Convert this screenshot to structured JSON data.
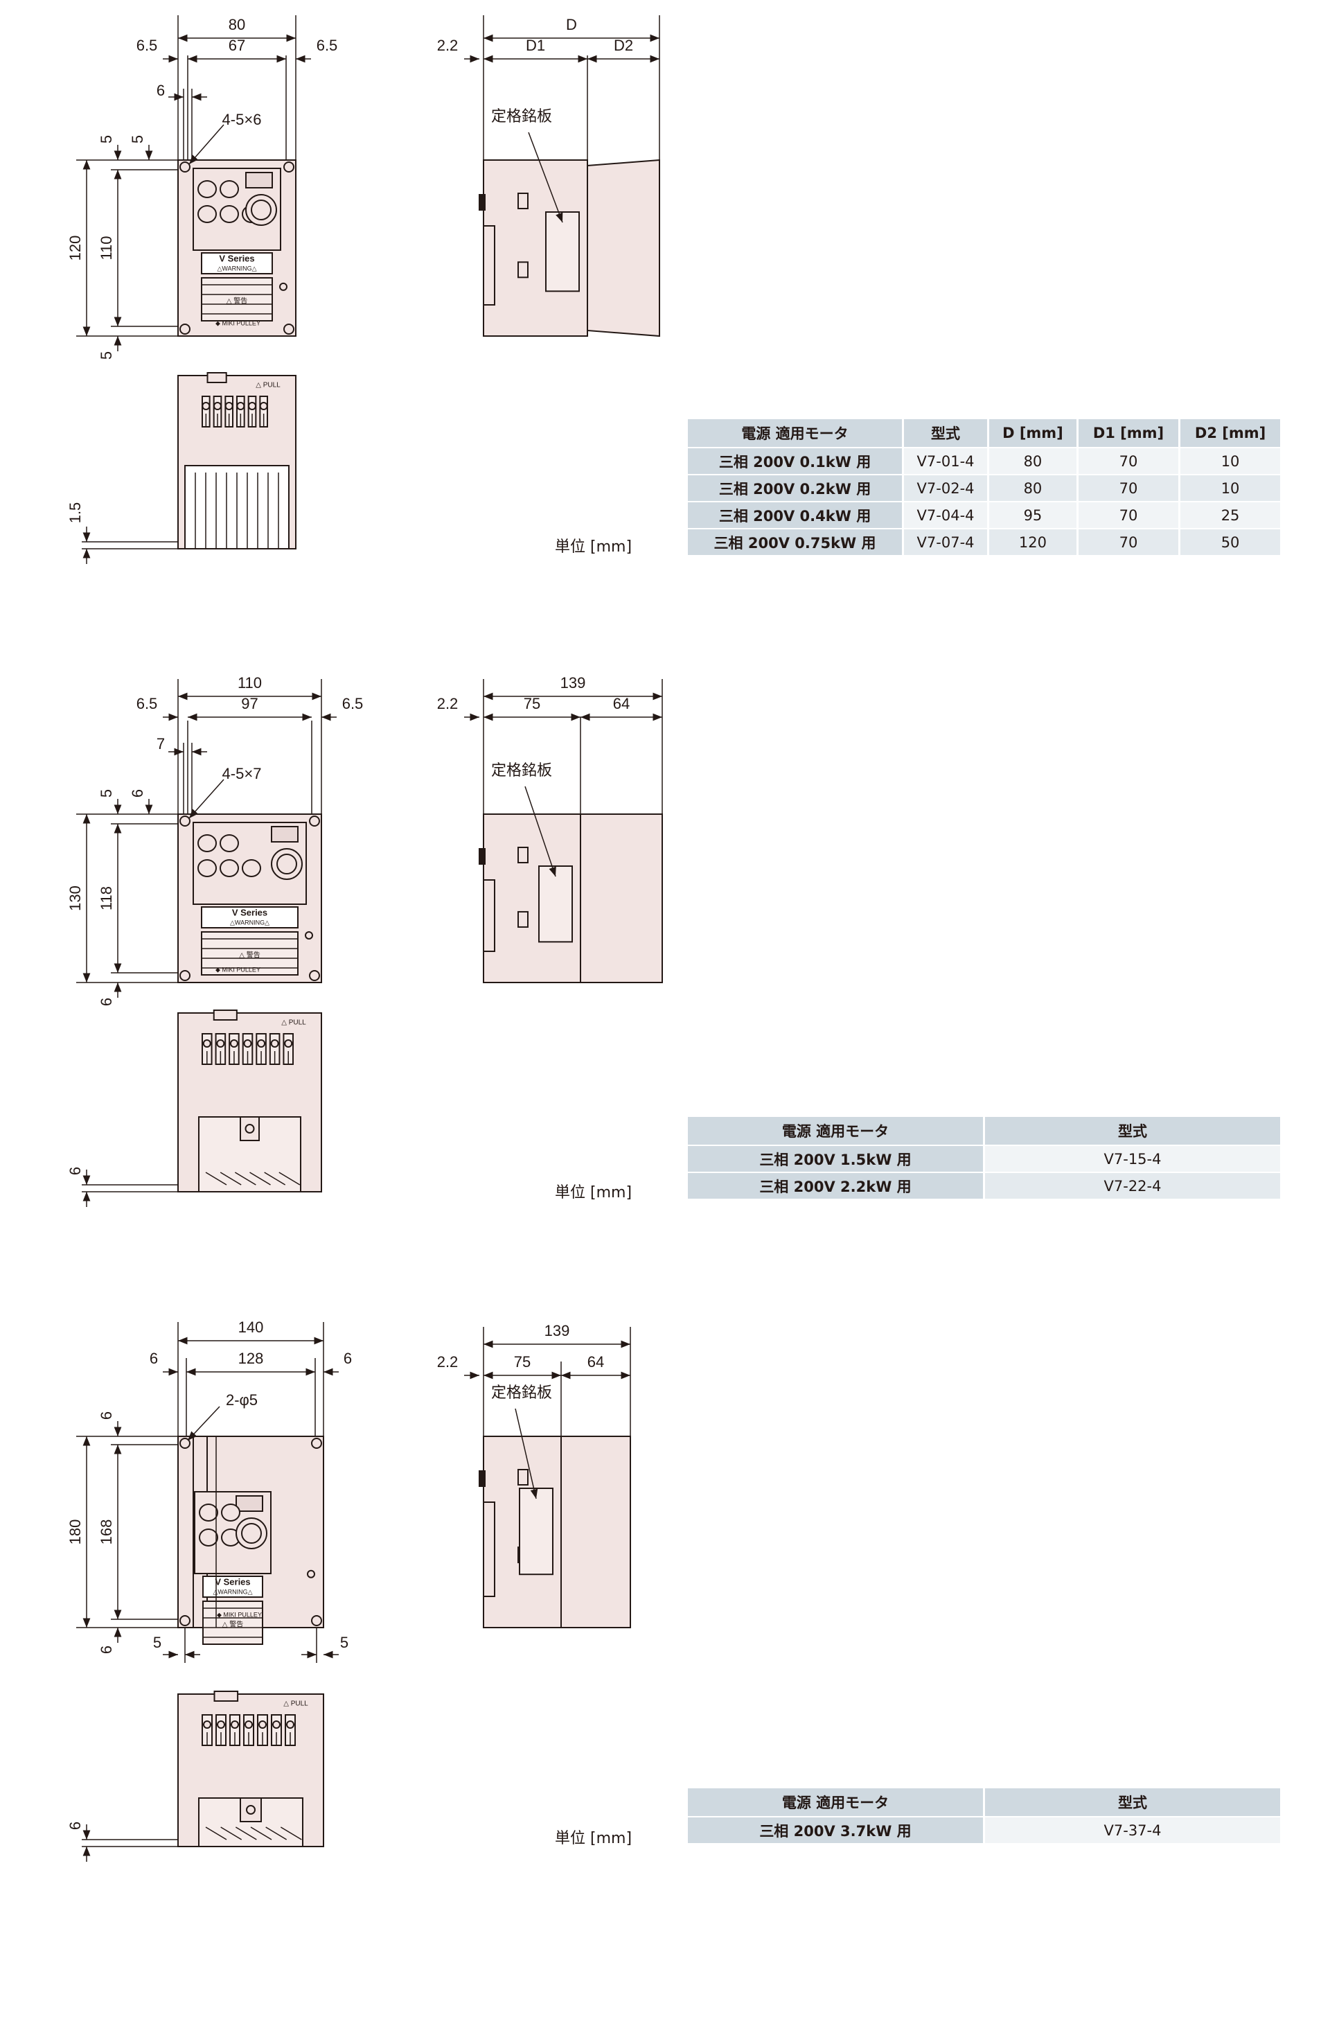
{
  "unit_label": "単位 [mm]",
  "nameplate_label": "定格銘板",
  "front_labels": {
    "series": "V Series",
    "warning": "△WARNING△",
    "caution": "△ 警告",
    "brand": "◆ MIKI PULLEY",
    "pull": "△ PULL"
  },
  "views": [
    {
      "width": "80",
      "left_margin": "6.5",
      "pitch_w": "67",
      "right_margin": "6.5",
      "hole_offset": "6",
      "hole_spec": "4-5×6",
      "top_margin": "5",
      "top_margin2": "5",
      "height": "120",
      "pitch_h": "110",
      "bottom_margin": "5",
      "bottom_view_dim": "1.5",
      "side": {
        "offset": "2.2",
        "depth": "D",
        "d1": "D1",
        "d2": "D2"
      }
    },
    {
      "width": "110",
      "left_margin": "6.5",
      "pitch_w": "97",
      "right_margin": "6.5",
      "hole_offset": "7",
      "hole_spec": "4-5×7",
      "top_margin": "6",
      "top_margin2": "5",
      "height": "130",
      "pitch_h": "118",
      "bottom_margin": "6",
      "bottom_view_dim": "6",
      "side": {
        "offset": "2.2",
        "depth": "139",
        "d1": "75",
        "d2": "64"
      }
    },
    {
      "width": "140",
      "left_margin": "6",
      "pitch_w": "128",
      "right_margin": "6",
      "hole_spec": "2-φ5",
      "top_margin": "6",
      "height": "180",
      "pitch_h": "168",
      "bottom_margin": "6",
      "bottom_left": "5",
      "bottom_right": "5",
      "bottom_view_dim": "6",
      "side": {
        "offset": "2.2",
        "depth": "139",
        "d1": "75",
        "d2": "64"
      }
    }
  ],
  "tables": [
    {
      "headers": [
        "電源 適用モータ",
        "型式",
        "D [mm]",
        "D1 [mm]",
        "D2 [mm]"
      ],
      "rows": [
        [
          "三相 200V 0.1kW 用",
          "V7-01-4",
          "80",
          "70",
          "10"
        ],
        [
          "三相 200V 0.2kW 用",
          "V7-02-4",
          "80",
          "70",
          "10"
        ],
        [
          "三相 200V 0.4kW 用",
          "V7-04-4",
          "95",
          "70",
          "25"
        ],
        [
          "三相 200V 0.75kW 用",
          "V7-07-4",
          "120",
          "70",
          "50"
        ]
      ]
    },
    {
      "headers": [
        "電源 適用モータ",
        "型式"
      ],
      "rows": [
        [
          "三相 200V 1.5kW 用",
          "V7-15-4"
        ],
        [
          "三相 200V 2.2kW 用",
          "V7-22-4"
        ]
      ]
    },
    {
      "headers": [
        "電源 適用モータ",
        "型式"
      ],
      "rows": [
        [
          "三相 200V 3.7kW 用",
          "V7-37-4"
        ]
      ]
    }
  ],
  "colors": {
    "body": "#f2e4e2",
    "line": "#231815",
    "header": "#cfd9e0"
  }
}
